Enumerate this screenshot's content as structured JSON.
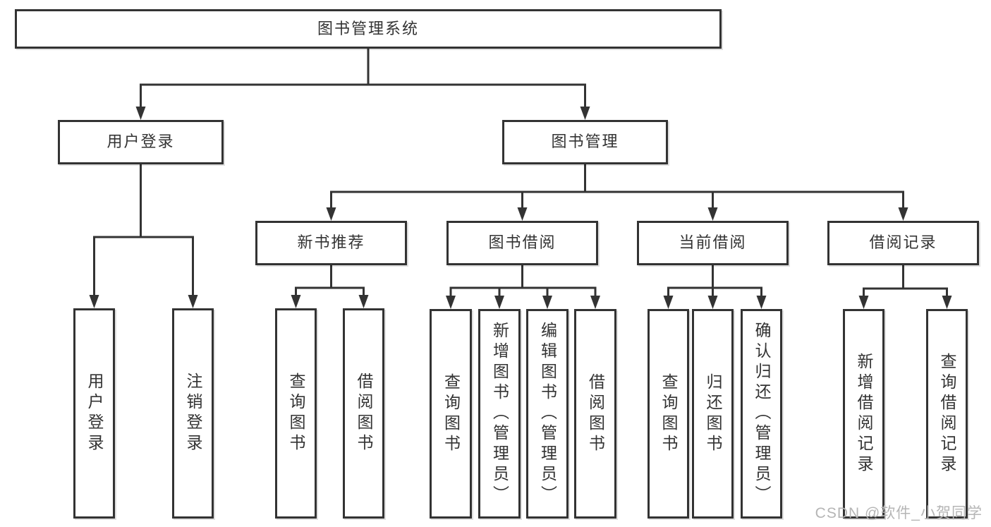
{
  "tree": {
    "label": "图书管理系统",
    "children": [
      {
        "label": "用户登录",
        "children": [
          {
            "label": "用户登录"
          },
          {
            "label": "注销登录"
          }
        ]
      },
      {
        "label": "图书管理",
        "children": [
          {
            "label": "新书推荐",
            "children": [
              {
                "label": "查询图书"
              },
              {
                "label": "借阅图书"
              }
            ]
          },
          {
            "label": "图书借阅",
            "children": [
              {
                "label": "查询图书"
              },
              {
                "label": "新增图书（管理员）"
              },
              {
                "label": "编辑图书（管理员）"
              },
              {
                "label": "借阅图书"
              }
            ]
          },
          {
            "label": "当前借阅",
            "children": [
              {
                "label": "查询图书"
              },
              {
                "label": "归还图书"
              },
              {
                "label": "确认归还（管理员）"
              }
            ]
          },
          {
            "label": "借阅记录",
            "children": [
              {
                "label": "新增借阅记录"
              },
              {
                "label": "查询借阅记录"
              }
            ]
          }
        ]
      }
    ]
  },
  "watermark": {
    "text": "CSDN @软件_小贺同学"
  },
  "colors": {
    "line": "#333333",
    "box_border": "#333333",
    "text": "#333333",
    "watermark": "#b5b5b5",
    "background": "#ffffff"
  }
}
